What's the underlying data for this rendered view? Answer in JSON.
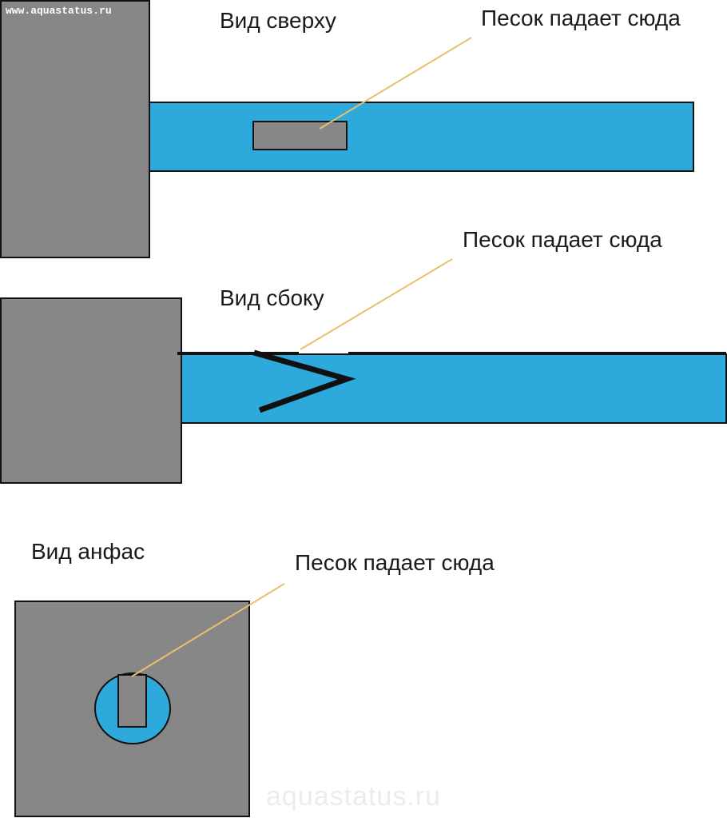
{
  "watermark_top": "www.aquastatus.ru",
  "watermark_bottom": "aquastatus.ru",
  "colors": {
    "gray": "#878788",
    "blue": "#2ea9dc",
    "leader": "#e6c16a",
    "outline": "#111111"
  },
  "top_view": {
    "title": "Вид сверху",
    "callout": "Песок падает сюда"
  },
  "side_view": {
    "title": "Вид сбоку",
    "callout": "Песок падает сюда"
  },
  "front_view": {
    "title": "Вид анфас",
    "callout": "Песок падает сюда"
  }
}
